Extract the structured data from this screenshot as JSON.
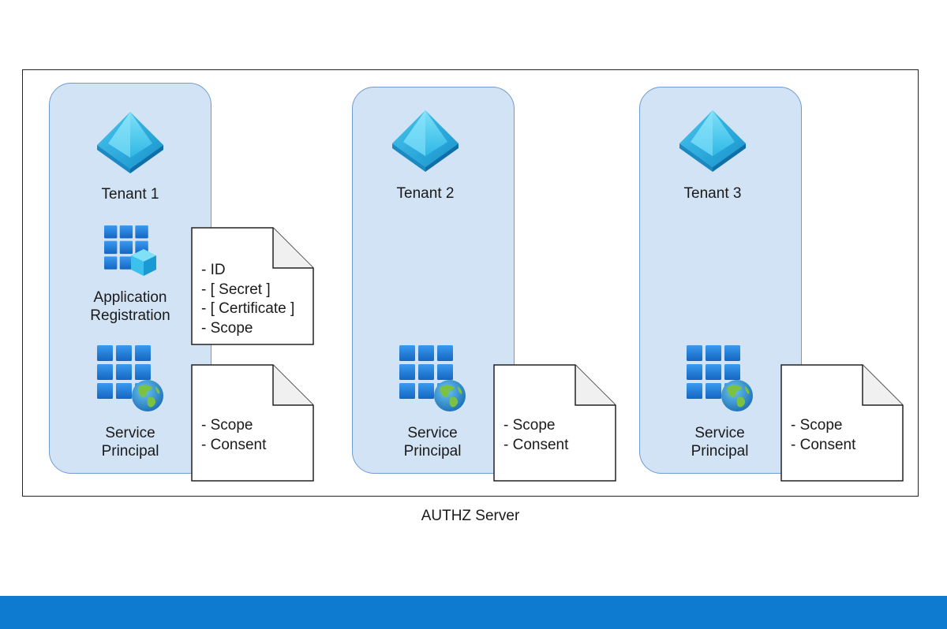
{
  "tenants": [
    {
      "name": "Tenant 1",
      "app_registration_label": [
        "Application",
        "Registration"
      ],
      "app_registration_doc": [
        "- ID",
        "- [ Secret ]",
        "- [ Certificate ]",
        "- Scope"
      ],
      "service_principal_label": [
        "Service",
        "Principal"
      ],
      "service_principal_doc": [
        "- Scope",
        "- Consent"
      ]
    },
    {
      "name": "Tenant 2",
      "service_principal_label": [
        "Service",
        "Principal"
      ],
      "service_principal_doc": [
        "- Scope",
        "- Consent"
      ]
    },
    {
      "name": "Tenant 3",
      "service_principal_label": [
        "Service",
        "Principal"
      ],
      "service_principal_doc": [
        "- Scope",
        "- Consent"
      ]
    }
  ],
  "server_label": "AUTHZ Server",
  "icons": {
    "tenant": "azure-ad-pyramid-icon",
    "app_registration": "app-registration-grid-cube-icon",
    "service_principal": "enterprise-app-grid-globe-icon",
    "document": "document-icon"
  },
  "colors": {
    "panel_fill": "#d3e3f6",
    "panel_border": "#6f9bd1",
    "pyramid_light": "#5fd0f2",
    "pyramid_dark": "#1ea2d6",
    "grid_blue": "#1f7fd8",
    "globe_blue": "#2b86c9",
    "globe_green": "#7cc242",
    "footer_bar": "#0f7bd0"
  }
}
